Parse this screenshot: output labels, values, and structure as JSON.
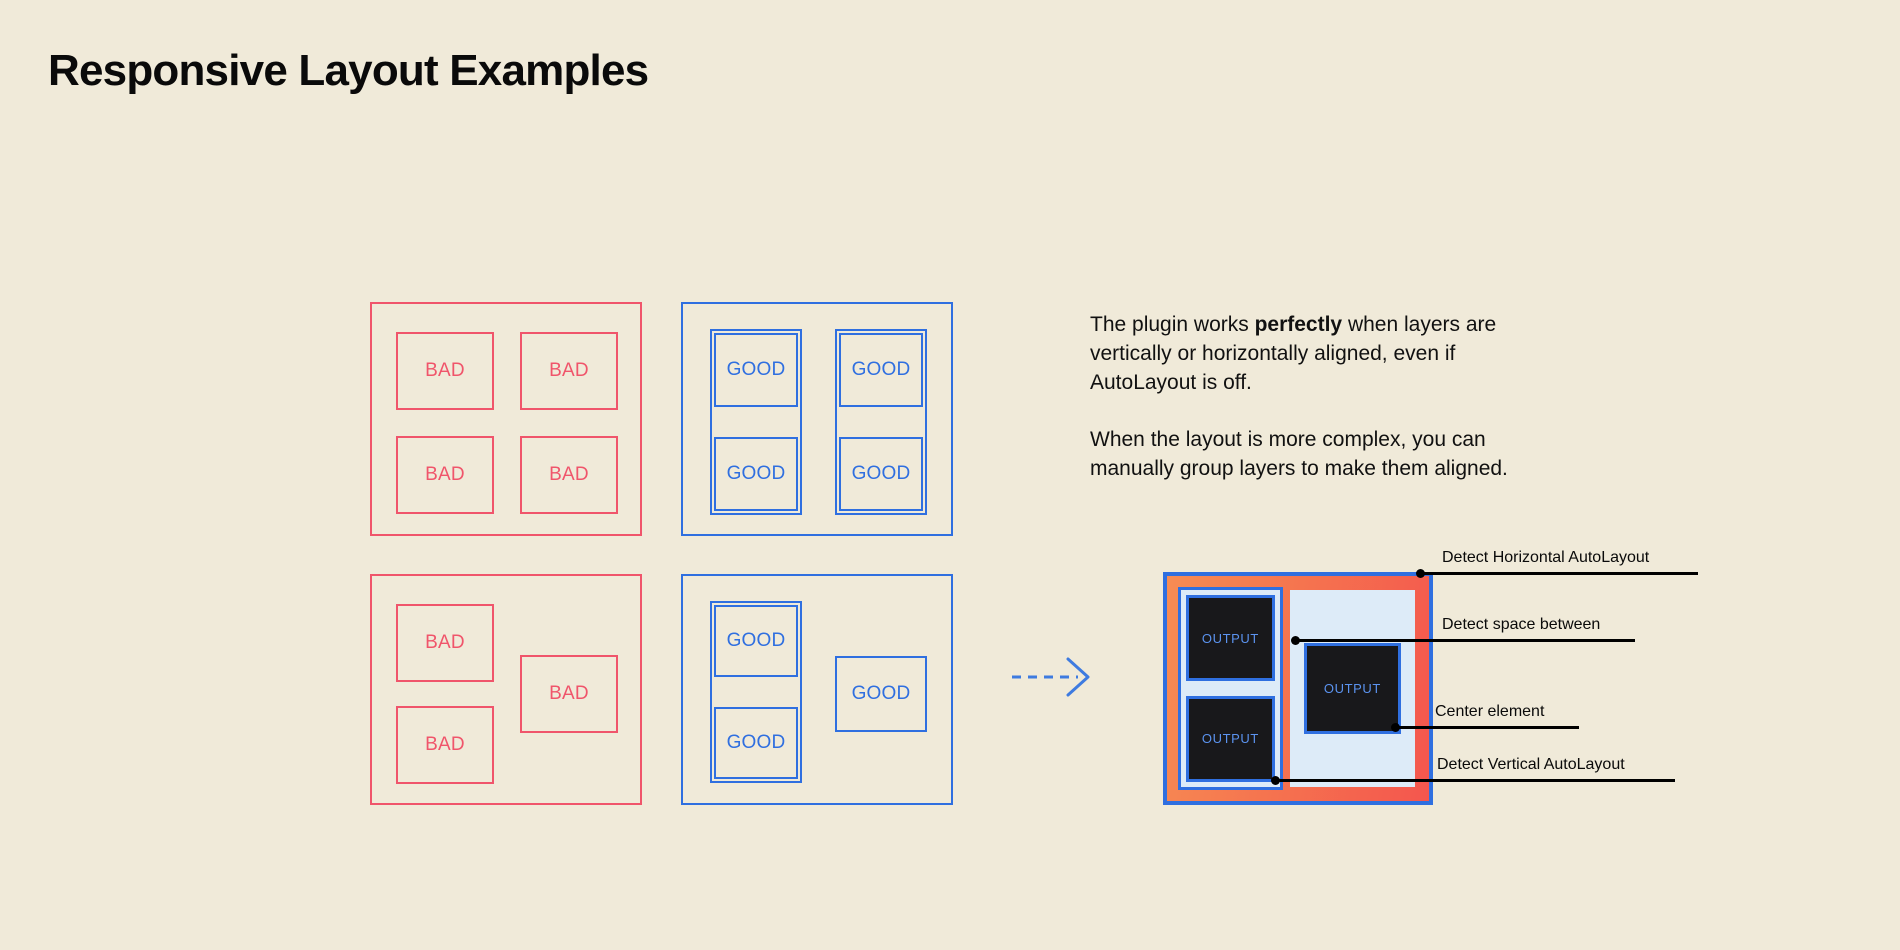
{
  "page": {
    "title": "Responsive Layout Examples",
    "background_color": "#F0EAD9",
    "bad_color": "#F0556B",
    "good_color": "#2F6FE0"
  },
  "examples": {
    "bad_label": "BAD",
    "good_label": "GOOD",
    "panels": [
      {
        "name": "bad-grid-aligned",
        "variant": "bad",
        "cells": [
          "BAD",
          "BAD",
          "BAD",
          "BAD"
        ]
      },
      {
        "name": "good-grid-aligned",
        "variant": "good",
        "cells": [
          "GOOD",
          "GOOD",
          "GOOD",
          "GOOD"
        ]
      },
      {
        "name": "bad-grid-complex",
        "variant": "bad",
        "cells": [
          "BAD",
          "BAD",
          "BAD"
        ]
      },
      {
        "name": "good-grid-complex",
        "variant": "good",
        "cells": [
          "GOOD",
          "GOOD",
          "GOOD"
        ]
      }
    ]
  },
  "flow": {
    "arrow_icon": "dashed-arrow-right-icon",
    "arrow_color": "#3E7BE0"
  },
  "description": {
    "paragraph_1_before": "The plugin works ",
    "paragraph_1_bold": "perfectly",
    "paragraph_1_after": " when layers are vertically or horizontally aligned, even if AutoLayout is off.",
    "paragraph_2": "When the layout is more complex, you can manually group layers to make them aligned."
  },
  "mockup": {
    "name": "annotated-result-preview",
    "output_label": "OUTPUT",
    "outputs": [
      "OUTPUT",
      "OUTPUT",
      "OUTPUT"
    ],
    "frame_border_color": "#2F6FE0",
    "fill_gradient_from": "#F78C53",
    "fill_gradient_to": "#F4564E",
    "column_color": "#DDEBF8",
    "output_fill": "#18181B",
    "output_text_color": "#5B93F0",
    "annotations": [
      {
        "label": "Detect Horizontal AutoLayout"
      },
      {
        "label": "Detect space between"
      },
      {
        "label": "Center element"
      },
      {
        "label": "Detect Vertical AutoLayout"
      }
    ]
  }
}
